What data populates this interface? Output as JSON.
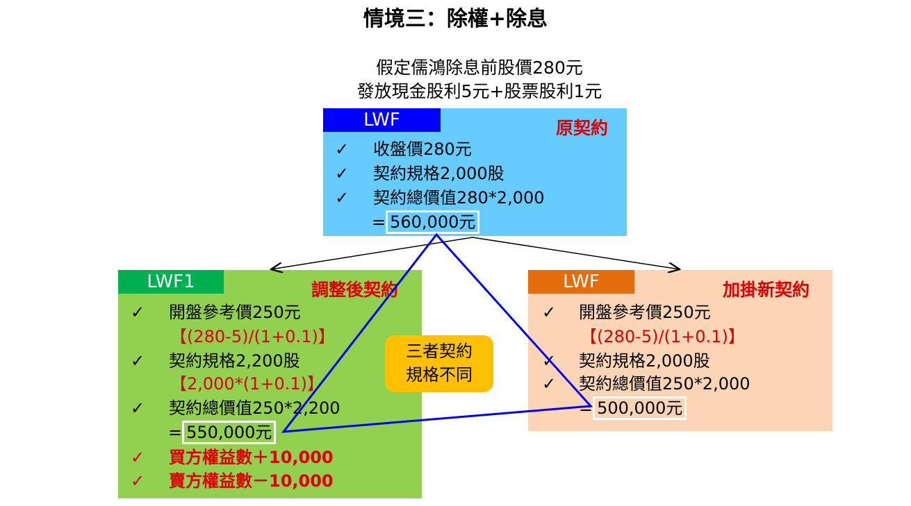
{
  "title": "情境三：除權+除息",
  "assumption": [
    "假定儒鴻除息前股價280元",
    "發放現金股利5元+股票股利1元"
  ],
  "original": {
    "header": "LWF",
    "tag": "原契約",
    "check": "✓",
    "items": [
      "收盤價280元",
      "契約規格2,000股",
      "契約總價值280*2,000"
    ],
    "eq": "=",
    "total": "560,000元"
  },
  "adjusted": {
    "header": "LWF1",
    "tag": "調整後契約",
    "check": "✓",
    "item1": "開盤參考價250元",
    "formula1": "【(280-5)/(1+0.1)】",
    "item2": "契約規格2,200股",
    "formula2": "【2,000*(1+0.1)】",
    "item3": "契約總價值250*2,200",
    "eq": "=",
    "total": "550,000元",
    "buyer": "買方權益數＋10,000",
    "seller": "賣方權益數－10,000"
  },
  "new": {
    "header": "LWF",
    "tag": "加掛新契約",
    "check": "✓",
    "item1": "開盤參考價250元",
    "formula1": "【(280-5)/(1+0.1)】",
    "item2": "契約規格2,000股",
    "item3": "契約總價值250*2,000",
    "eq": "=",
    "total": "500,000元"
  },
  "callout": [
    "三者契約",
    "規格不同"
  ],
  "colors": {
    "top": "#66ccff",
    "topHdr": "#0000ff",
    "left": "#92d050",
    "leftHdr": "#00b050",
    "right": "#fbd5b5",
    "rightHdr": "#e46c0a",
    "callout": "#ffc000",
    "triangle": "#0000ff"
  }
}
